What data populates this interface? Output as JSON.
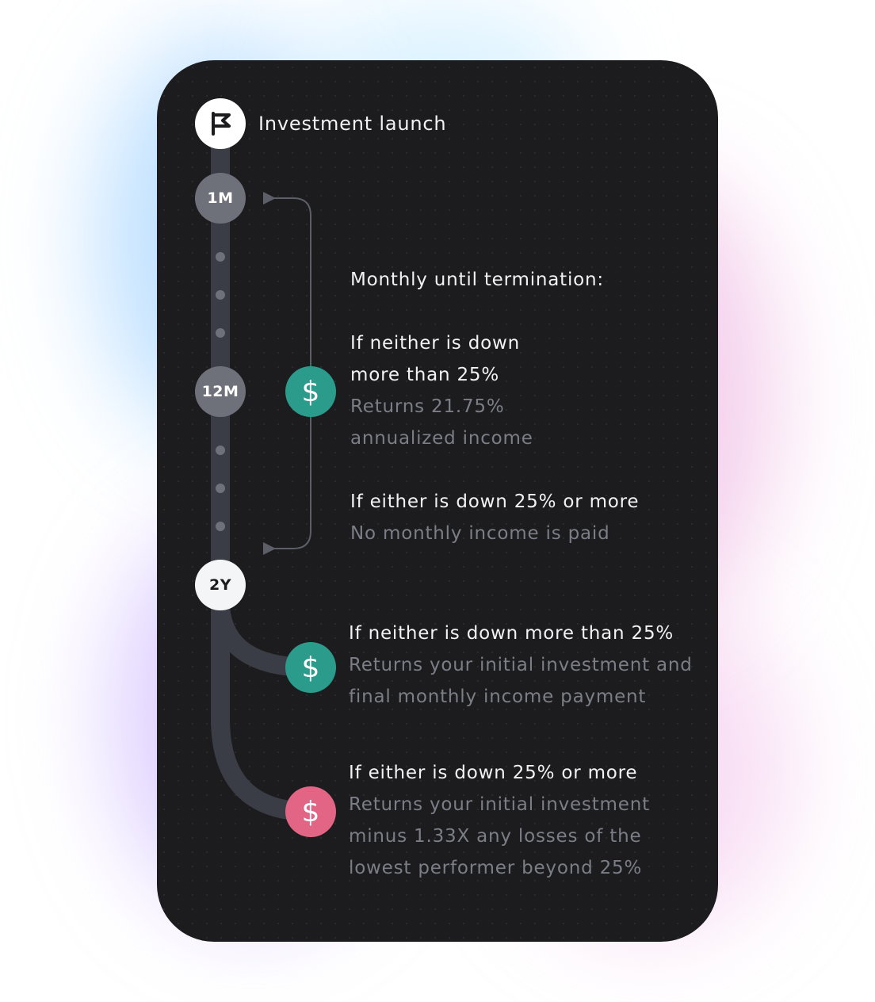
{
  "timeline": {
    "launch_label": "Investment launch",
    "node_1m": "1M",
    "node_12m": "12M",
    "node_2y": "2Y"
  },
  "monthly": {
    "heading": "Monthly until termination:",
    "neither_line1": "If neither is down",
    "neither_line2": "more than 25%",
    "returns_line1": "Returns 21.75%",
    "returns_line2": "annualized income",
    "either_line1": "If either is down 25% or more",
    "either_line2": "No monthly income is paid"
  },
  "final_neither": {
    "condition": "If neither is down more than 25%",
    "result_line1": "Returns your initial investment and",
    "result_line2": "final monthly income payment"
  },
  "final_either": {
    "condition": "If either is down 25% or more",
    "result_line1": "Returns your initial investment",
    "result_line2": "minus 1.33X any losses of the",
    "result_line3": "lowest performer beyond 25%"
  },
  "icons": {
    "dollar_symbol": "$",
    "launch": "flag-icon",
    "payout": "dollar-icon"
  },
  "colors": {
    "card_background": "#1c1c1e",
    "track": "#3a3d45",
    "node_grey": "#6e7179",
    "payout_green": "#2b9c8c",
    "payout_pink": "#e36585",
    "text_primary": "#f2f2f4",
    "text_secondary": "#7b7e86"
  }
}
